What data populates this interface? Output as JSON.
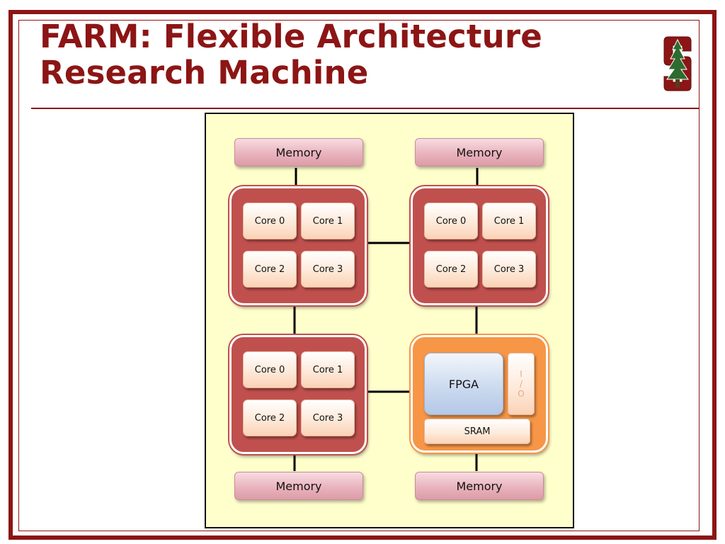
{
  "slide": {
    "title_line1": "FARM: Flexible Architecture",
    "title_line2": "Research Machine",
    "accent_color": "#8c1515",
    "logo_icon": "stanford-tree-logo"
  },
  "diagram": {
    "memory_label": "Memory",
    "top_left_memory": "Memory",
    "top_right_memory": "Memory",
    "bottom_left_memory": "Memory",
    "bottom_right_memory": "Memory",
    "cluster_top_left": {
      "cores": [
        "Core 0",
        "Core 1",
        "Core 2",
        "Core 3"
      ]
    },
    "cluster_top_right": {
      "cores": [
        "Core 0",
        "Core 1",
        "Core 2",
        "Core 3"
      ]
    },
    "cluster_bottom_left": {
      "cores": [
        "Core 0",
        "Core 1",
        "Core 2",
        "Core 3"
      ]
    },
    "fpga_cluster": {
      "fpga_label": "FPGA",
      "io_label": "I\n/\nO",
      "sram_label": "SRAM"
    },
    "colors": {
      "panel_background": "#ffffcc",
      "core_cluster": "#c0504d",
      "fpga_cluster": "#f79646"
    }
  }
}
